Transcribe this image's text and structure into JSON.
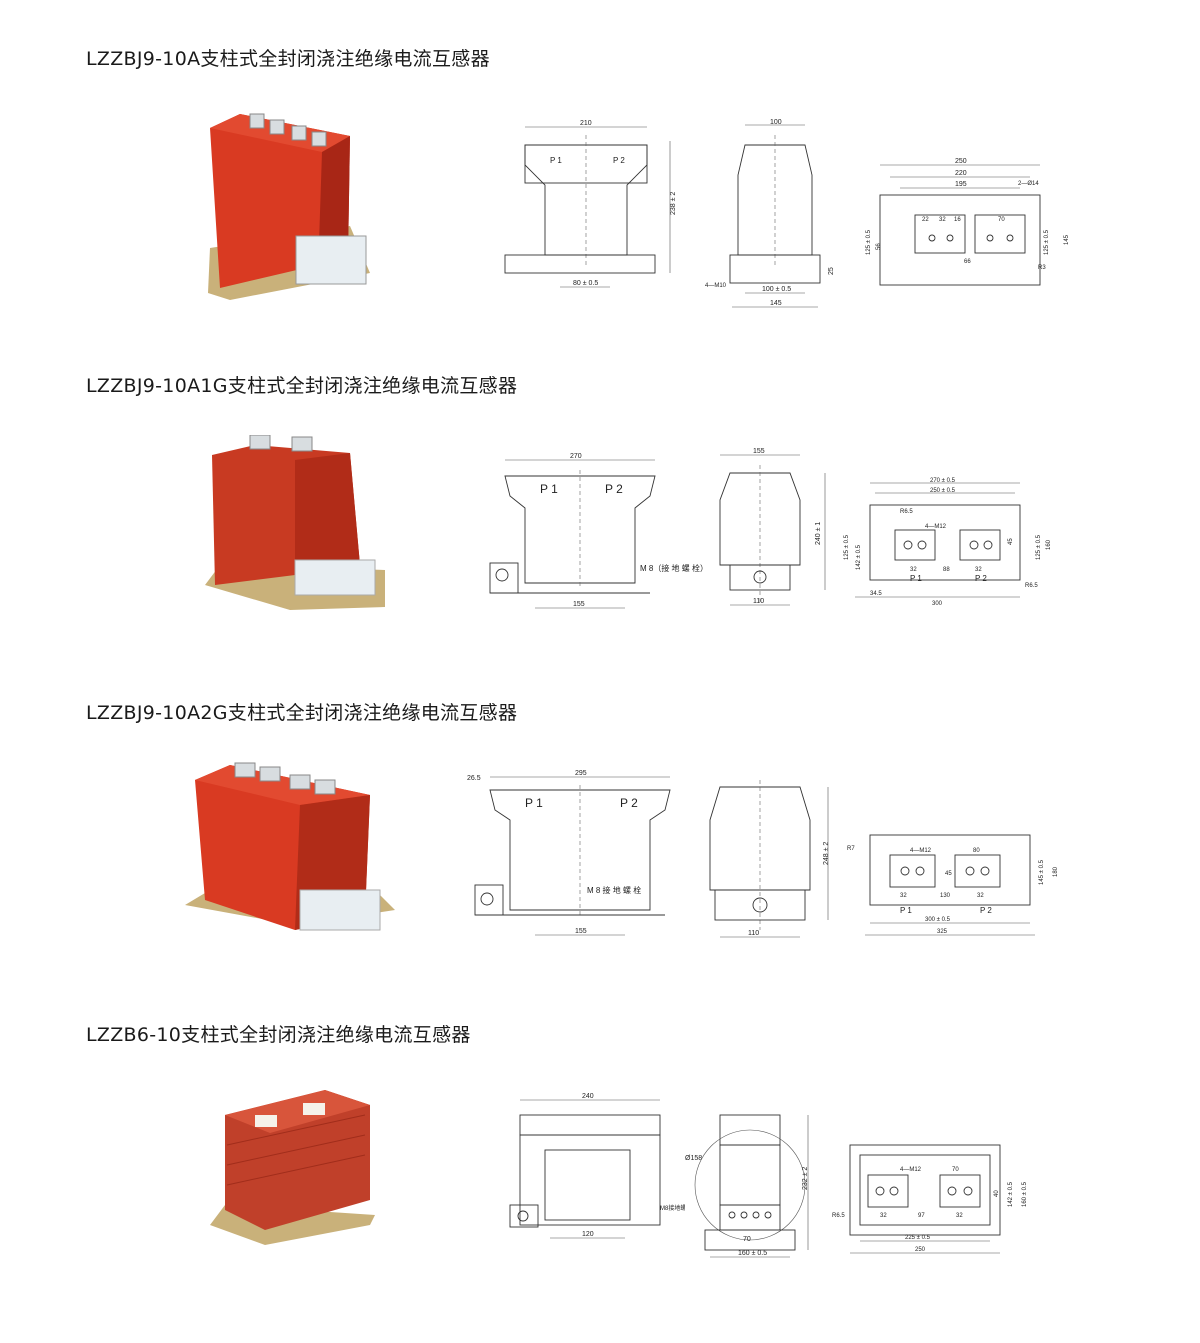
{
  "sections": [
    {
      "title": "LZZBJ9-10A支柱式全封闭浇注绝缘电流互感器",
      "front": {
        "width": "210",
        "height": "238 ± 2",
        "base": "80 ± 0.5",
        "p1": "P 1",
        "p2": "P 2"
      },
      "side": {
        "width": "100",
        "base_a": "100 ± 0.5",
        "base_b": "145",
        "bolt": "4—M10",
        "h": "25"
      },
      "plan": {
        "d1": "250",
        "d2": "220",
        "d3": "195",
        "holes": "2—Ø14",
        "a": "22",
        "b": "32",
        "c": "16",
        "e": "70",
        "f": "66",
        "r": "R3",
        "h1": "125 ± 0.5",
        "h2": "125 ± 0.5",
        "h3": "145",
        "h4": "56"
      }
    },
    {
      "title": "LZZBJ9-10A1G支柱式全封闭浇注绝缘电流互感器",
      "front": {
        "width": "270",
        "base": "155",
        "p1": "P 1",
        "p2": "P 2",
        "ground": "M 8（接 地 螺 栓）"
      },
      "side": {
        "width": "155",
        "height": "240 ± 1",
        "base": "110"
      },
      "plan": {
        "d1": "270 ± 0.5",
        "d2": "250 ± 0.5",
        "r1": "R6.5",
        "r2": "R6.5",
        "bolt": "4—M12",
        "a": "32",
        "b": "88",
        "c": "32",
        "e": "45",
        "h1": "142 ± 0.5",
        "h2": "125 ± 0.5",
        "h3": "125 ± 0.5",
        "h4": "160",
        "w1": "34.5",
        "w2": "300",
        "p1": "P 1",
        "p2": "P 2"
      }
    },
    {
      "title": "LZZBJ9-10A2G支柱式全封闭浇注绝缘电流互感器",
      "front": {
        "width": "295",
        "offset": "26.5",
        "base": "155",
        "p1": "P 1",
        "p2": "P 2",
        "ground": "M 8 接 地 螺 栓"
      },
      "side": {
        "height": "248 ± 2",
        "base": "110"
      },
      "plan": {
        "r": "R7",
        "bolt": "4—M12",
        "a": "80",
        "b": "45",
        "c": "32",
        "d": "130",
        "e": "32",
        "h1": "145 ± 0.5",
        "h2": "180",
        "w1": "300 ± 0.5",
        "w2": "325",
        "p1": "P 1",
        "p2": "P 2"
      }
    },
    {
      "title": "LZZB6-10支柱式全封闭浇注绝缘电流互感器",
      "front": {
        "width": "240",
        "base": "120",
        "ground": "M8接地螺栓"
      },
      "side": {
        "dia": "Ø158",
        "height": "232 ± 2",
        "base_a": "70",
        "base_b": "160 ± 0.5"
      },
      "plan": {
        "bolt": "4—M12",
        "a": "70",
        "b": "40",
        "c": "32",
        "d": "97",
        "e": "32",
        "r": "R6.5",
        "h1": "142 ± 0.5",
        "h2": "160 ± 0.5",
        "w1": "225 ± 0.5",
        "w2": "250"
      }
    }
  ],
  "colors": {
    "resin": "#d93a22",
    "resin_dark": "#a82616",
    "base": "#c9b17a",
    "cover": "#e8eef2"
  }
}
